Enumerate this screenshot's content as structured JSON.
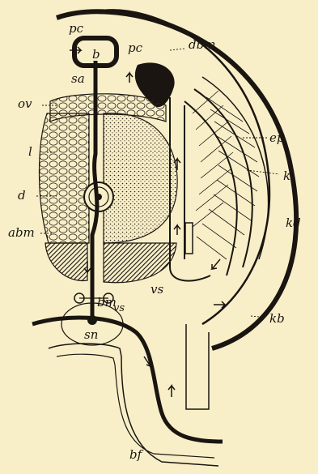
{
  "figure": {
    "background": "#f8efc9",
    "ink": "#1a1510",
    "labels": {
      "pc_left": "pc",
      "pc_right": "pc",
      "b": "b",
      "dbm": "dbm",
      "sa": "sa",
      "ov": "ov",
      "ep": "ep",
      "l": "l",
      "k": "k",
      "d": "d",
      "kd": "kd",
      "abm": "abm",
      "vs_right": "vs",
      "bm": "bm",
      "vs_left": "vs",
      "kb": "kb",
      "sn": "sn",
      "bf": "bf"
    }
  }
}
